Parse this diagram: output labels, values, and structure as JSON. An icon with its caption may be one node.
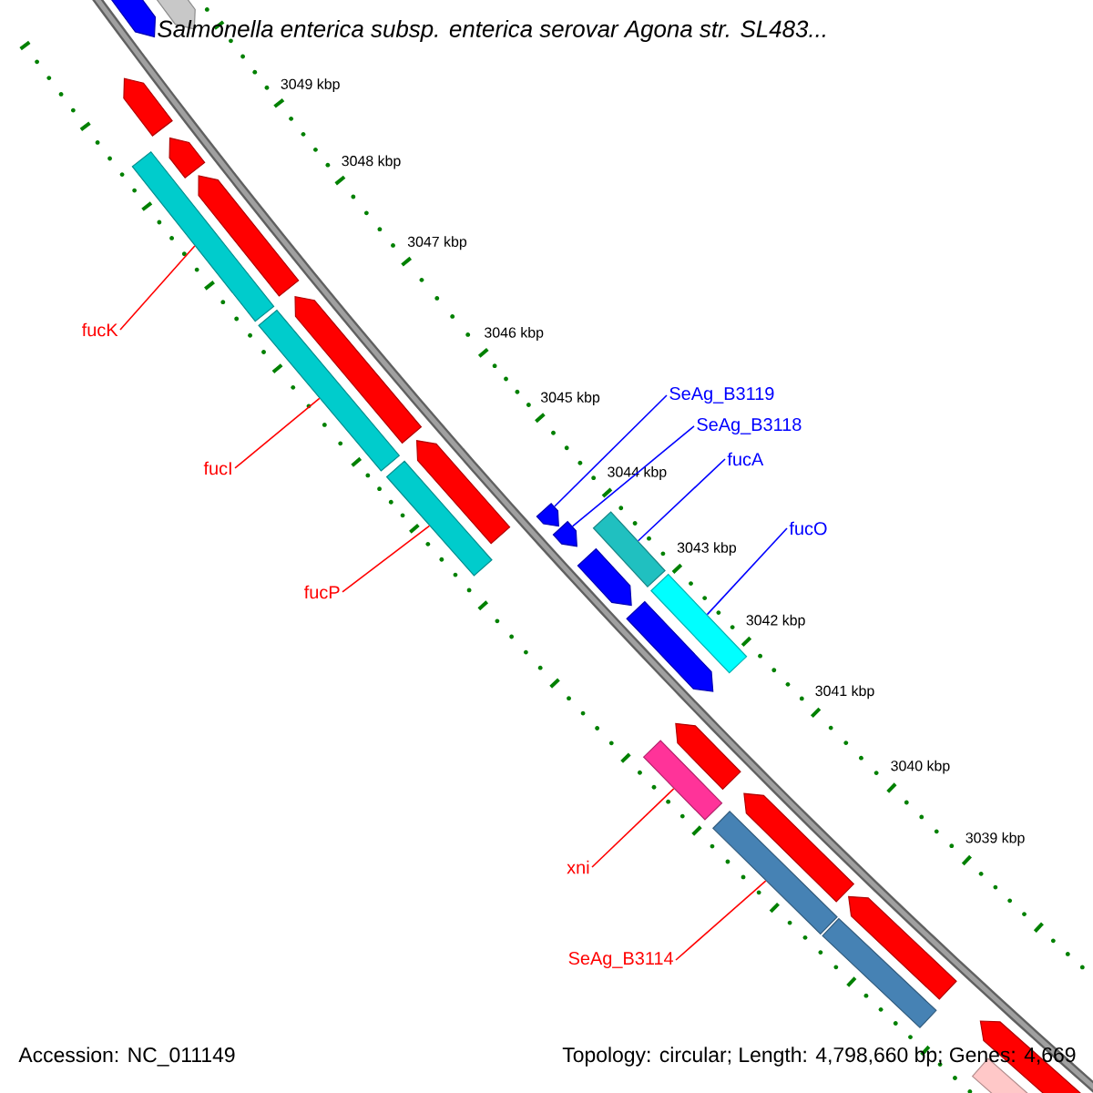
{
  "diagram": {
    "title": "Salmonella enterica subsp. enterica serovar Agona str. SL483...",
    "nodes": [
      {
        "text": [
          "fucK"
        ]
      },
      {
        "text": [
          "fucI"
        ]
      },
      {
        "text": [
          "fucP"
        ]
      },
      {
        "text": [
          "SeAg_B3119"
        ]
      },
      {
        "text": [
          "SeAg_B3118"
        ]
      },
      {
        "text": [
          "fucA"
        ]
      },
      {
        "text": [
          "fucO"
        ]
      },
      {
        "text": [
          "xni"
        ]
      },
      {
        "text": [
          "SeAg_B3114"
        ]
      },
      {
        "text": [],
        "shape": "arrow"
      },
      {
        "text": [],
        "shape": "arrow"
      },
      {
        "text": [],
        "shape": "arrow"
      },
      {
        "text": [],
        "shape": "arrow"
      },
      {
        "text": [],
        "shape": "bar"
      },
      {
        "text": [],
        "shape": "arrow"
      },
      {
        "text": [],
        "shape": "arrow"
      },
      {
        "text": [],
        "shape": "bar"
      },
      {
        "text": [],
        "shape": "arrow"
      },
      {
        "text": [],
        "shape": "bar"
      },
      {
        "text": [],
        "shape": "arrow"
      },
      {
        "text": [],
        "shape": "bar"
      },
      {
        "text": [],
        "shape": "arrow"
      },
      {
        "text": [],
        "shape": "arrow"
      },
      {
        "text": [],
        "shape": "bar"
      },
      {
        "text": [],
        "shape": "arrow"
      },
      {
        "text": [],
        "shape": "arrow"
      },
      {
        "text": [],
        "shape": "bar"
      },
      {
        "text": [],
        "shape": "arrow"
      },
      {
        "text": [],
        "shape": "bar"
      },
      {
        "text": [],
        "shape": "arrow"
      },
      {
        "text": [],
        "shape": "bar"
      },
      {
        "text": [],
        "shape": "arrow"
      },
      {
        "text": [],
        "shape": "bar"
      }
    ],
    "edges": [
      {
        "from": 0,
        "to": 13,
        "arrow": "none"
      },
      {
        "from": 1,
        "to": 16,
        "arrow": "none"
      },
      {
        "from": 2,
        "to": 18,
        "arrow": "none"
      },
      {
        "from": 3,
        "to": 19,
        "arrow": "none",
        "color": "#0000ff"
      },
      {
        "from": 4,
        "to": 21,
        "arrow": "none",
        "color": "#0000ff"
      },
      {
        "from": 5,
        "to": 20,
        "arrow": "none",
        "color": "#0000ff"
      },
      {
        "from": 6,
        "to": 23,
        "arrow": "none",
        "color": "#0000ff"
      },
      {
        "from": 7,
        "to": 26,
        "arrow": "none"
      },
      {
        "from": 8,
        "to": 28,
        "arrow": "none"
      }
    ],
    "labels": [
      "3049 kbp",
      "3048 kbp",
      "3047 kbp",
      "3046 kbp",
      "3045 kbp",
      "3044 kbp",
      "3043 kbp",
      "3042 kbp",
      "3041 kbp",
      "3040 kbp",
      "3039 kbp",
      "Accession: NC_011149",
      "Topology: circular; Length: 4,798,660 bp; Genes: 4,669"
    ]
  }
}
